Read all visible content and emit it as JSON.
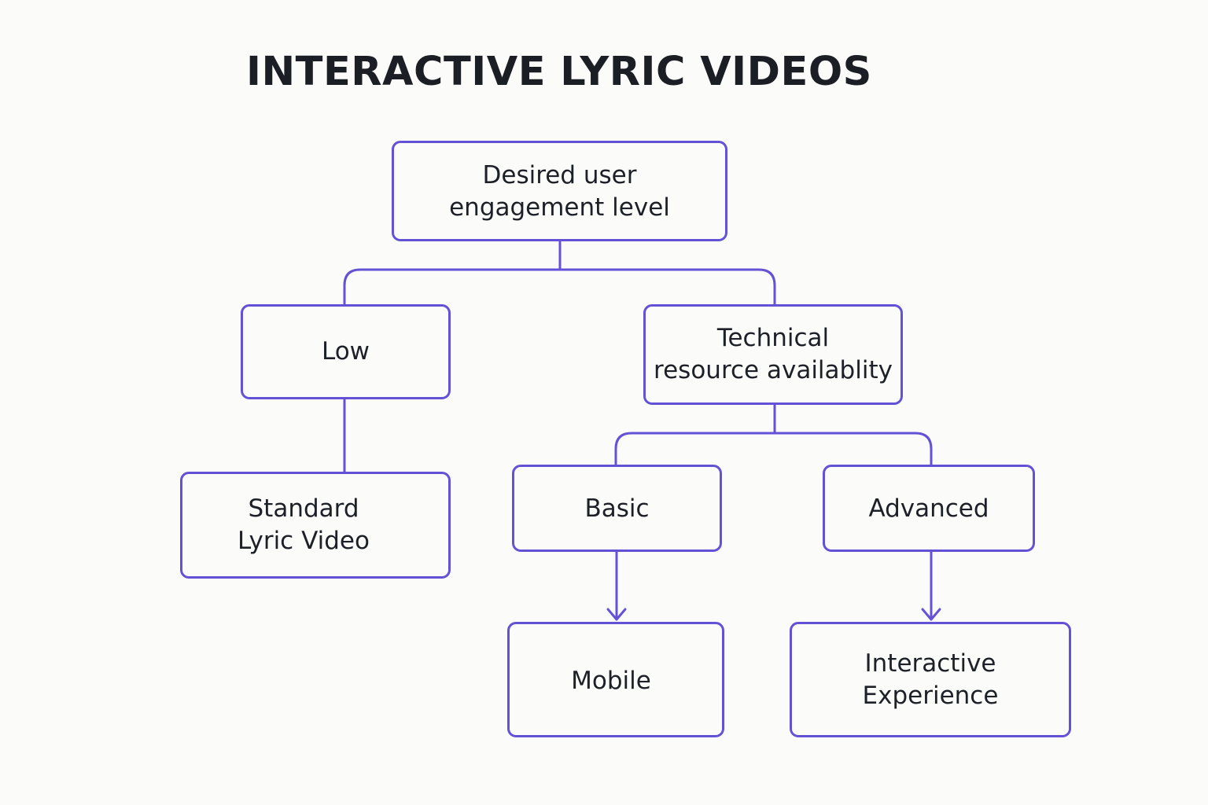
{
  "diagram": {
    "title": "INTERACTIVE LYRIC VIDEOS",
    "stroke_color": "#6452d6",
    "background_color": "#fbfbf9",
    "text_color": "#1d2127",
    "nodes": {
      "root": {
        "line1": "Desired user",
        "line2": "engagement level"
      },
      "low": {
        "label": "Low"
      },
      "technical": {
        "line1": "Technical",
        "line2": "resource availablity"
      },
      "standard": {
        "line1": "Standard",
        "line2": "Lyric Video"
      },
      "basic": {
        "label": "Basic"
      },
      "advanced": {
        "label": "Advanced"
      },
      "mobile": {
        "label": "Mobile"
      },
      "interactive": {
        "line1": "Interactive",
        "line2": "Experience"
      }
    },
    "edges": [
      {
        "from": "root",
        "to": "low",
        "arrow": false
      },
      {
        "from": "root",
        "to": "technical",
        "arrow": false
      },
      {
        "from": "low",
        "to": "standard",
        "arrow": false
      },
      {
        "from": "technical",
        "to": "basic",
        "arrow": false
      },
      {
        "from": "technical",
        "to": "advanced",
        "arrow": false
      },
      {
        "from": "basic",
        "to": "mobile",
        "arrow": true
      },
      {
        "from": "advanced",
        "to": "interactive",
        "arrow": true
      }
    ]
  }
}
